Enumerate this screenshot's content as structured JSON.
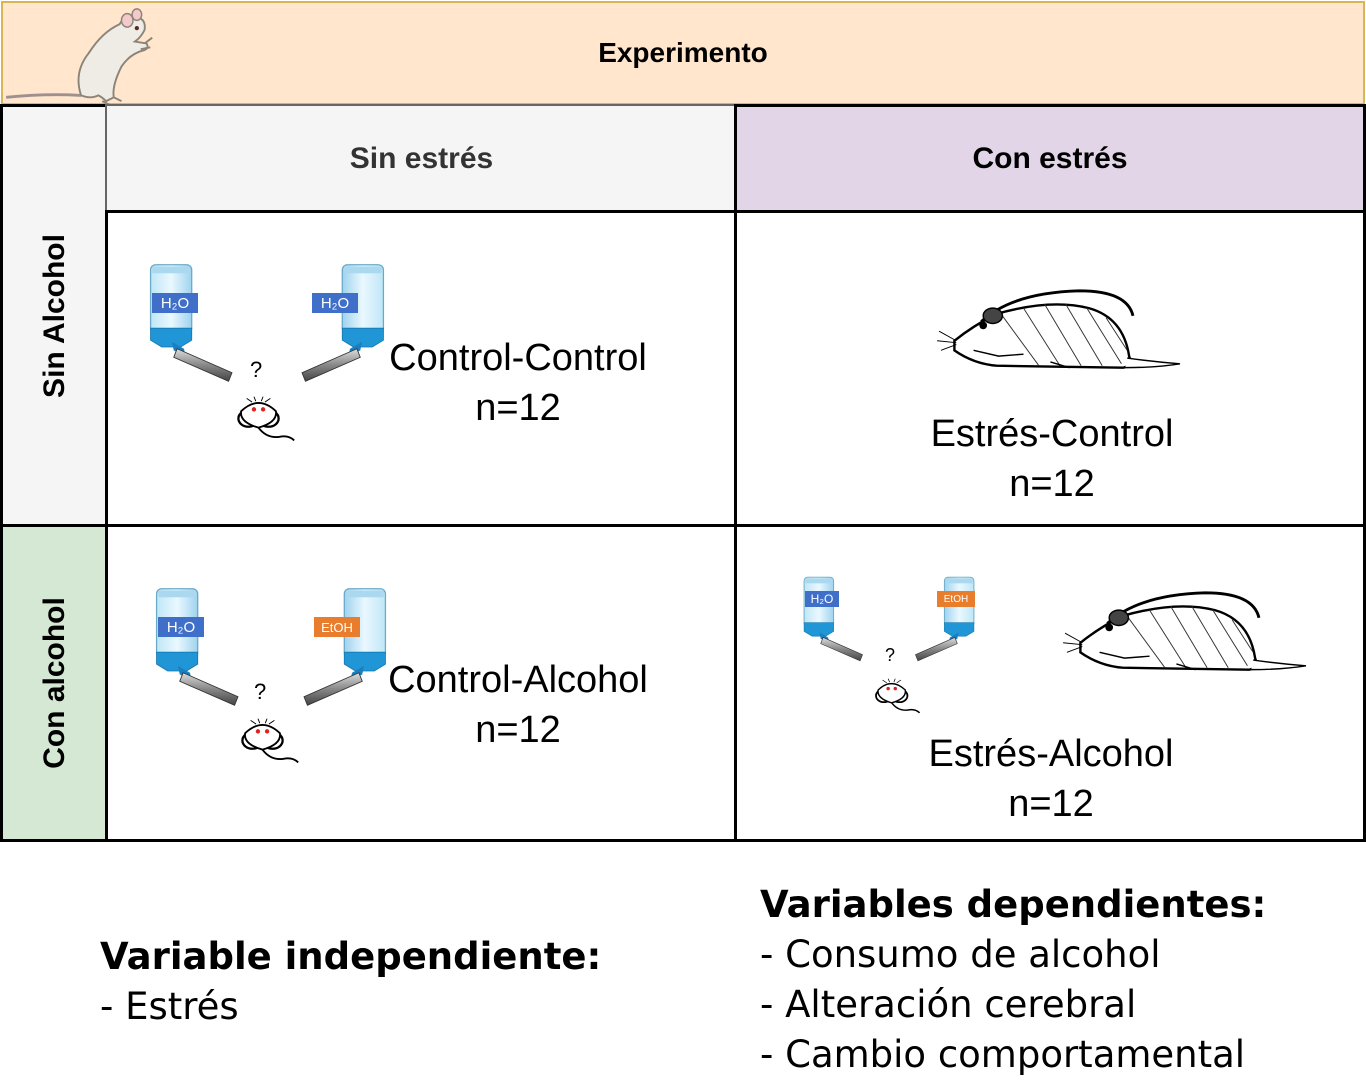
{
  "header": {
    "title": "Experimento"
  },
  "columns": {
    "sin_estres": "Sin estrés",
    "con_estres": "Con estrés"
  },
  "rows": {
    "sin_alcohol": "Sin Alcohol",
    "con_alcohol": "Con alcohol"
  },
  "groups": {
    "control_control": {
      "name": "Control-Control",
      "n": "n=12"
    },
    "estres_control": {
      "name": "Estrés-Control",
      "n": "n=12"
    },
    "control_alcohol": {
      "name": "Control-Alcohol",
      "n": "n=12"
    },
    "estres_alcohol": {
      "name": "Estrés-Alcohol",
      "n": "n=12"
    }
  },
  "bottle_labels": {
    "water": "H₂O",
    "ethanol": "EtOH",
    "question": "?"
  },
  "independent": {
    "title": "Variable independiente:",
    "items": [
      "- Estrés"
    ]
  },
  "dependent": {
    "title": "Variables dependientes:",
    "items": [
      "- Consumo de alcohol",
      "- Alteración cerebral",
      "- Cambio comportamental"
    ]
  },
  "colors": {
    "header_bg": "#ffe6cc",
    "header_border": "#d6b656",
    "col_sin_estres_bg": "#f5f5f5",
    "col_con_estres_bg": "#e1d5e7",
    "row_sin_alcohol_bg": "#f5f5f5",
    "row_con_alcohol_bg": "#d5e8d4",
    "water_label": "#3f6fc8",
    "ethanol_label": "#e87d2e"
  }
}
